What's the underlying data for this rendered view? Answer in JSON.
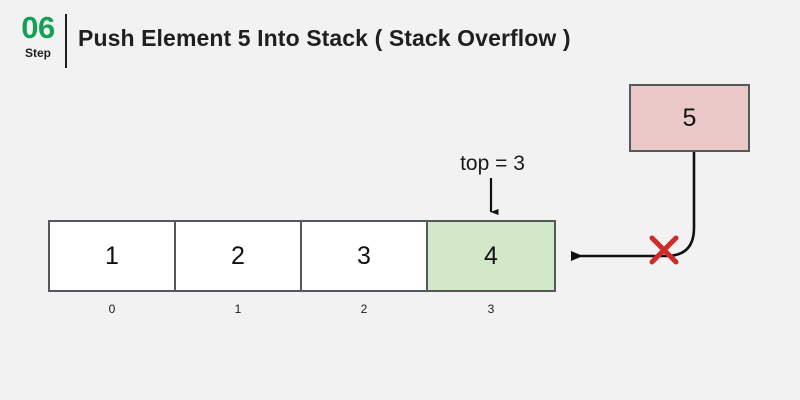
{
  "page": {
    "background_color": "#f2f2f2"
  },
  "header": {
    "step_number": "06",
    "step_word": "Step",
    "title": "Push Element 5 Into Stack ( Stack Overflow )",
    "accent_color": "#14a055",
    "title_color": "#1f1f1f"
  },
  "stack": {
    "cells": [
      {
        "value": "1",
        "index": "0",
        "highlighted": false
      },
      {
        "value": "2",
        "index": "1",
        "highlighted": false
      },
      {
        "value": "3",
        "index": "2",
        "highlighted": false
      },
      {
        "value": "4",
        "index": "3",
        "highlighted": true
      }
    ],
    "cell_fill": "#ffffff",
    "top_cell_fill": "#d3e7c9",
    "border_color": "#55585c"
  },
  "pointer": {
    "top_label": "top = 3"
  },
  "incoming": {
    "value": "5",
    "fill_color": "#ecc9c9",
    "border_color": "#55585c"
  },
  "blocked": {
    "marker": "x-mark",
    "marker_color": "#cf2b2b",
    "arrow_color": "#111111"
  }
}
